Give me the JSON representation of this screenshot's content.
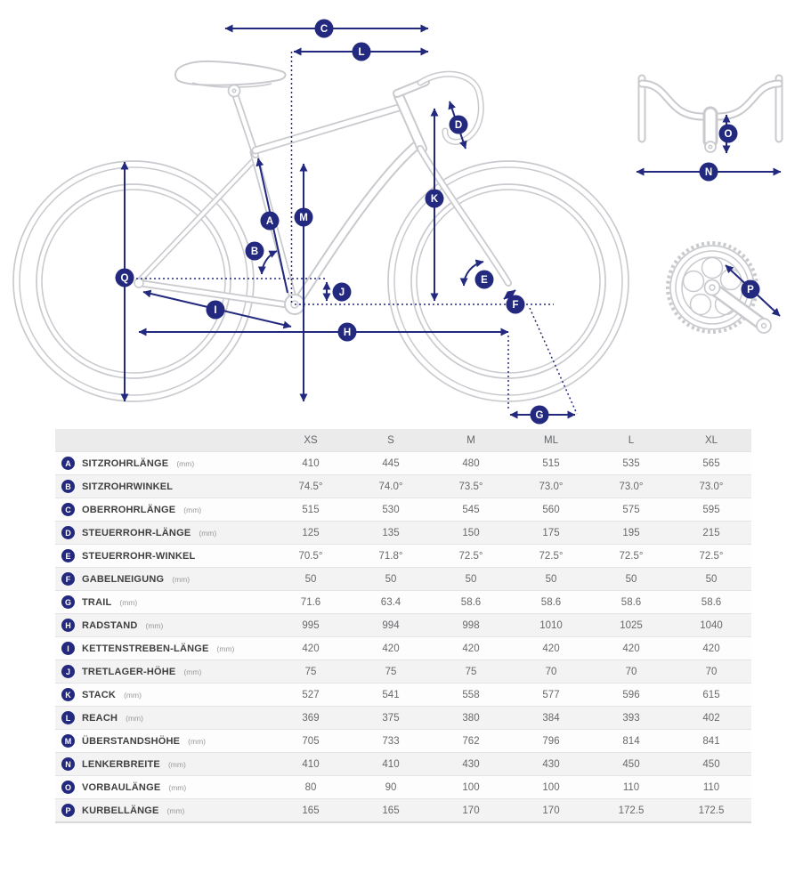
{
  "diagram": {
    "badges": {
      "a": "A",
      "b": "B",
      "c": "C",
      "d": "D",
      "e": "E",
      "f": "F",
      "g": "G",
      "h": "H",
      "i": "I",
      "j": "J",
      "k": "K",
      "l": "L",
      "m": "M",
      "n": "N",
      "o": "O",
      "p": "P",
      "q": "Q"
    }
  },
  "table": {
    "columns": [
      "XS",
      "S",
      "M",
      "ML",
      "L",
      "XL"
    ],
    "rows": [
      {
        "key": "A",
        "label": "SITZROHRLÄNGE",
        "unit": "(mm)",
        "values": [
          "410",
          "445",
          "480",
          "515",
          "535",
          "565"
        ]
      },
      {
        "key": "B",
        "label": "SITZROHRWINKEL",
        "unit": "",
        "values": [
          "74.5°",
          "74.0°",
          "73.5°",
          "73.0°",
          "73.0°",
          "73.0°"
        ]
      },
      {
        "key": "C",
        "label": "OBERROHRLÄNGE",
        "unit": "(mm)",
        "values": [
          "515",
          "530",
          "545",
          "560",
          "575",
          "595"
        ]
      },
      {
        "key": "D",
        "label": "STEUERROHR-LÄNGE",
        "unit": "(mm)",
        "values": [
          "125",
          "135",
          "150",
          "175",
          "195",
          "215"
        ]
      },
      {
        "key": "E",
        "label": "STEUERROHR-WINKEL",
        "unit": "",
        "values": [
          "70.5°",
          "71.8°",
          "72.5°",
          "72.5°",
          "72.5°",
          "72.5°"
        ]
      },
      {
        "key": "F",
        "label": "GABELNEIGUNG",
        "unit": "(mm)",
        "values": [
          "50",
          "50",
          "50",
          "50",
          "50",
          "50"
        ]
      },
      {
        "key": "G",
        "label": "TRAIL",
        "unit": "(mm)",
        "values": [
          "71.6",
          "63.4",
          "58.6",
          "58.6",
          "58.6",
          "58.6"
        ]
      },
      {
        "key": "H",
        "label": "RADSTAND",
        "unit": "(mm)",
        "values": [
          "995",
          "994",
          "998",
          "1010",
          "1025",
          "1040"
        ]
      },
      {
        "key": "I",
        "label": "KETTENSTREBEN-LÄNGE",
        "unit": "(mm)",
        "values": [
          "420",
          "420",
          "420",
          "420",
          "420",
          "420"
        ]
      },
      {
        "key": "J",
        "label": "TRETLAGER-HÖHE",
        "unit": "(mm)",
        "values": [
          "75",
          "75",
          "75",
          "70",
          "70",
          "70"
        ]
      },
      {
        "key": "K",
        "label": "STACK",
        "unit": "(mm)",
        "values": [
          "527",
          "541",
          "558",
          "577",
          "596",
          "615"
        ]
      },
      {
        "key": "L",
        "label": "REACH",
        "unit": "(mm)",
        "values": [
          "369",
          "375",
          "380",
          "384",
          "393",
          "402"
        ]
      },
      {
        "key": "M",
        "label": "ÜBERSTANDSHÖHE",
        "unit": "(mm)",
        "values": [
          "705",
          "733",
          "762",
          "796",
          "814",
          "841"
        ]
      },
      {
        "key": "N",
        "label": "LENKERBREITE",
        "unit": "(mm)",
        "values": [
          "410",
          "410",
          "430",
          "430",
          "450",
          "450"
        ]
      },
      {
        "key": "O",
        "label": "VORBAULÄNGE",
        "unit": "(mm)",
        "values": [
          "80",
          "90",
          "100",
          "100",
          "110",
          "110"
        ]
      },
      {
        "key": "P",
        "label": "KURBELLÄNGE",
        "unit": "(mm)",
        "values": [
          "165",
          "165",
          "170",
          "170",
          "172.5",
          "172.5"
        ]
      }
    ]
  },
  "colors": {
    "accent": "#23297E",
    "art_line": "#C9CACE"
  }
}
